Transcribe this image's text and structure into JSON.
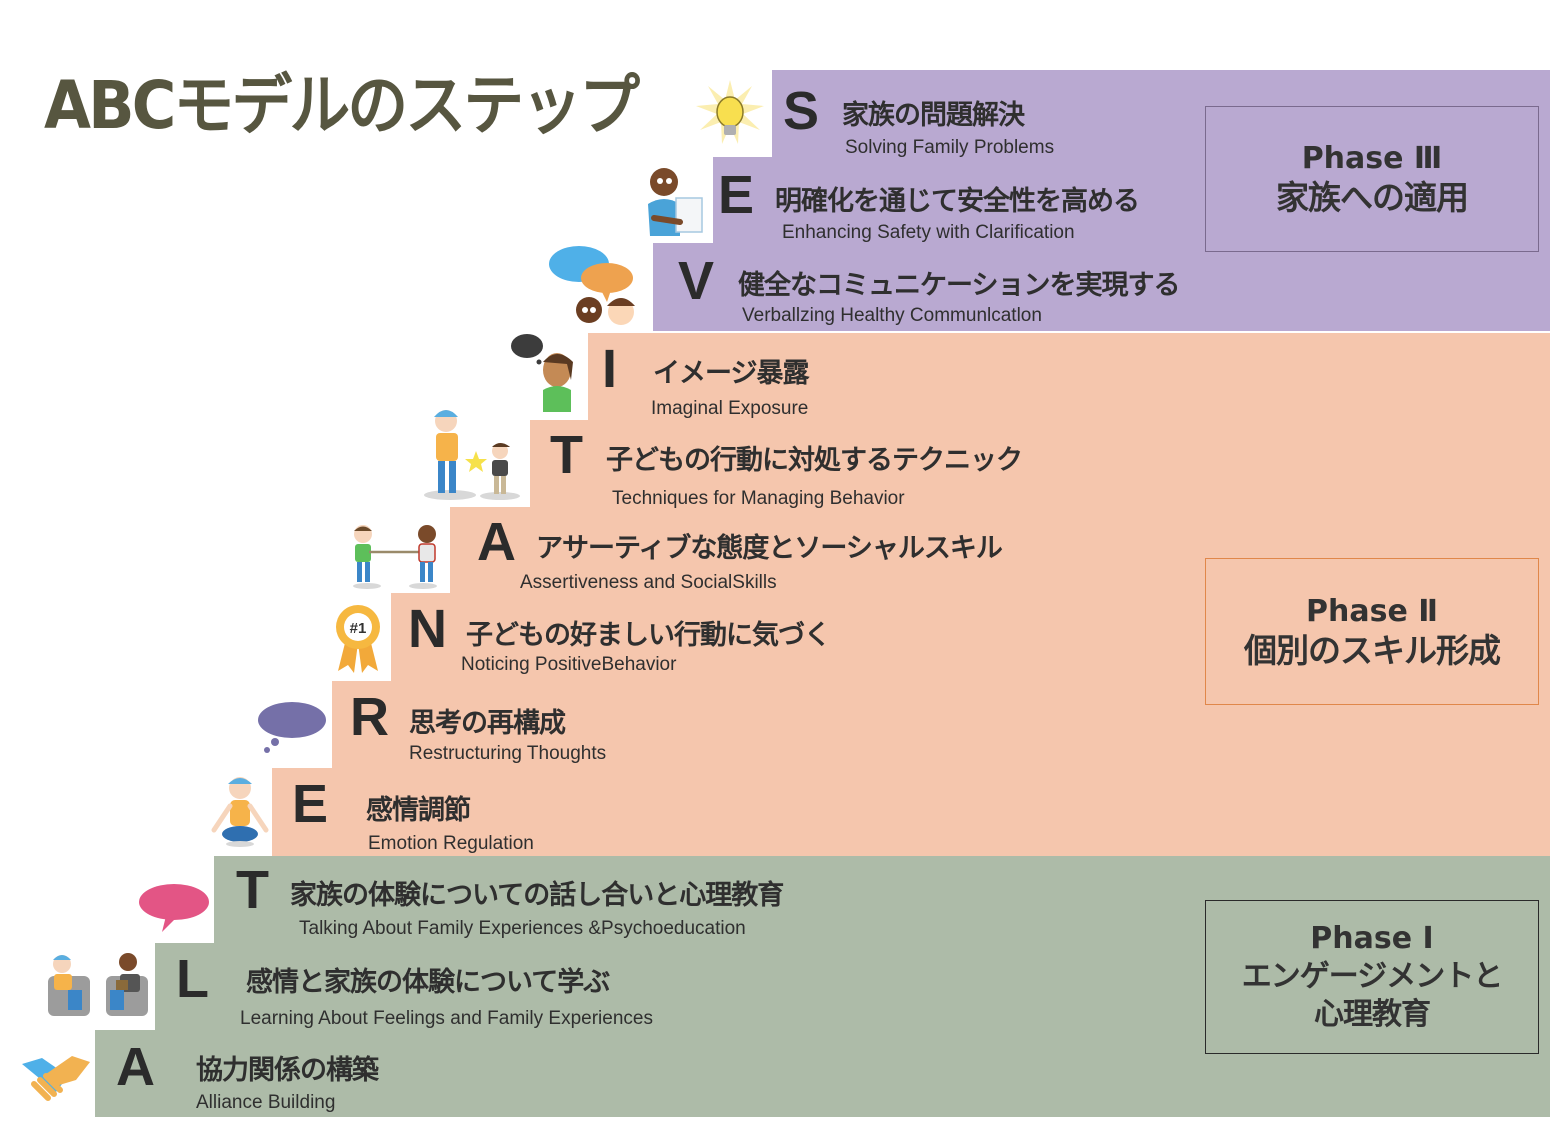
{
  "title": "ABCモデルのステップ",
  "colors": {
    "phase3": "#b9a9d1",
    "phase2": "#f5c6ad",
    "phase1": "#adbba8",
    "title": "#575640",
    "text": "#2f2f2f"
  },
  "steps": [
    {
      "letter": "S",
      "jp": "家族の問題解決",
      "en": "Solving Family Problems",
      "phase": 3,
      "icon": "lightbulb-icon"
    },
    {
      "letter": "E",
      "jp": "明確化を通じて安全性を高める",
      "en": "Enhancing Safety with Clarification",
      "phase": 3,
      "icon": "child-reading-paper-icon"
    },
    {
      "letter": "V",
      "jp": "健全なコミュニケーションを実現する",
      "en": "Verballzing Healthy Communlcatlon",
      "phase": 3,
      "icon": "speech-bubbles-kids-icon"
    },
    {
      "letter": "I",
      "jp": "イメージ暴露",
      "en": "Imaginal Exposure",
      "phase": 2,
      "icon": "thinking-girl-icon"
    },
    {
      "letter": "T",
      "jp": "子どもの行動に対処するテクニック",
      "en": "Techniques for Managing Behavior",
      "phase": 2,
      "icon": "parent-child-star-icon"
    },
    {
      "letter": "A",
      "jp": "アサーティブな態度とソーシャルスキル",
      "en": "Assertiveness and  SocialSkills",
      "phase": 2,
      "icon": "tug-of-war-icon"
    },
    {
      "letter": "N",
      "jp": "子どもの好ましい行動に気づく",
      "en": "Noticing  PositiveBehavior",
      "phase": 2,
      "icon": "award-ribbon-icon",
      "badge": "#1"
    },
    {
      "letter": "R",
      "jp": "思考の再構成",
      "en": "Restructuring Thoughts",
      "phase": 2,
      "icon": "thought-cloud-icon"
    },
    {
      "letter": "E",
      "jp": "感情調節",
      "en": "Emotion Regulation",
      "phase": 2,
      "icon": "meditating-boy-icon"
    },
    {
      "letter": "T",
      "jp": "家族の体験についての話し合いと心理教育",
      "en": "Talking About Family Experiences &Psychoeducation",
      "phase": 1,
      "icon": "pink-speech-bubble-icon"
    },
    {
      "letter": "L",
      "jp": "感情と家族の体験について学ぶ",
      "en": "Learning About Feelings and Family Experiences",
      "phase": 1,
      "icon": "counseling-session-icon"
    },
    {
      "letter": "A",
      "jp": "協力関係の構築",
      "en": "Alliance Building",
      "phase": 1,
      "icon": "handshake-icon"
    }
  ],
  "phases": [
    {
      "label": "Phase  Ⅲ",
      "desc": "家族への適用"
    },
    {
      "label": "Phase  Ⅱ",
      "desc": "個別のスキル形成"
    },
    {
      "label": "Phase  Ⅰ",
      "desc": "エンゲージメントと\n心理教育",
      "desc1": "エンゲージメントと",
      "desc2": "心理教育"
    }
  ]
}
